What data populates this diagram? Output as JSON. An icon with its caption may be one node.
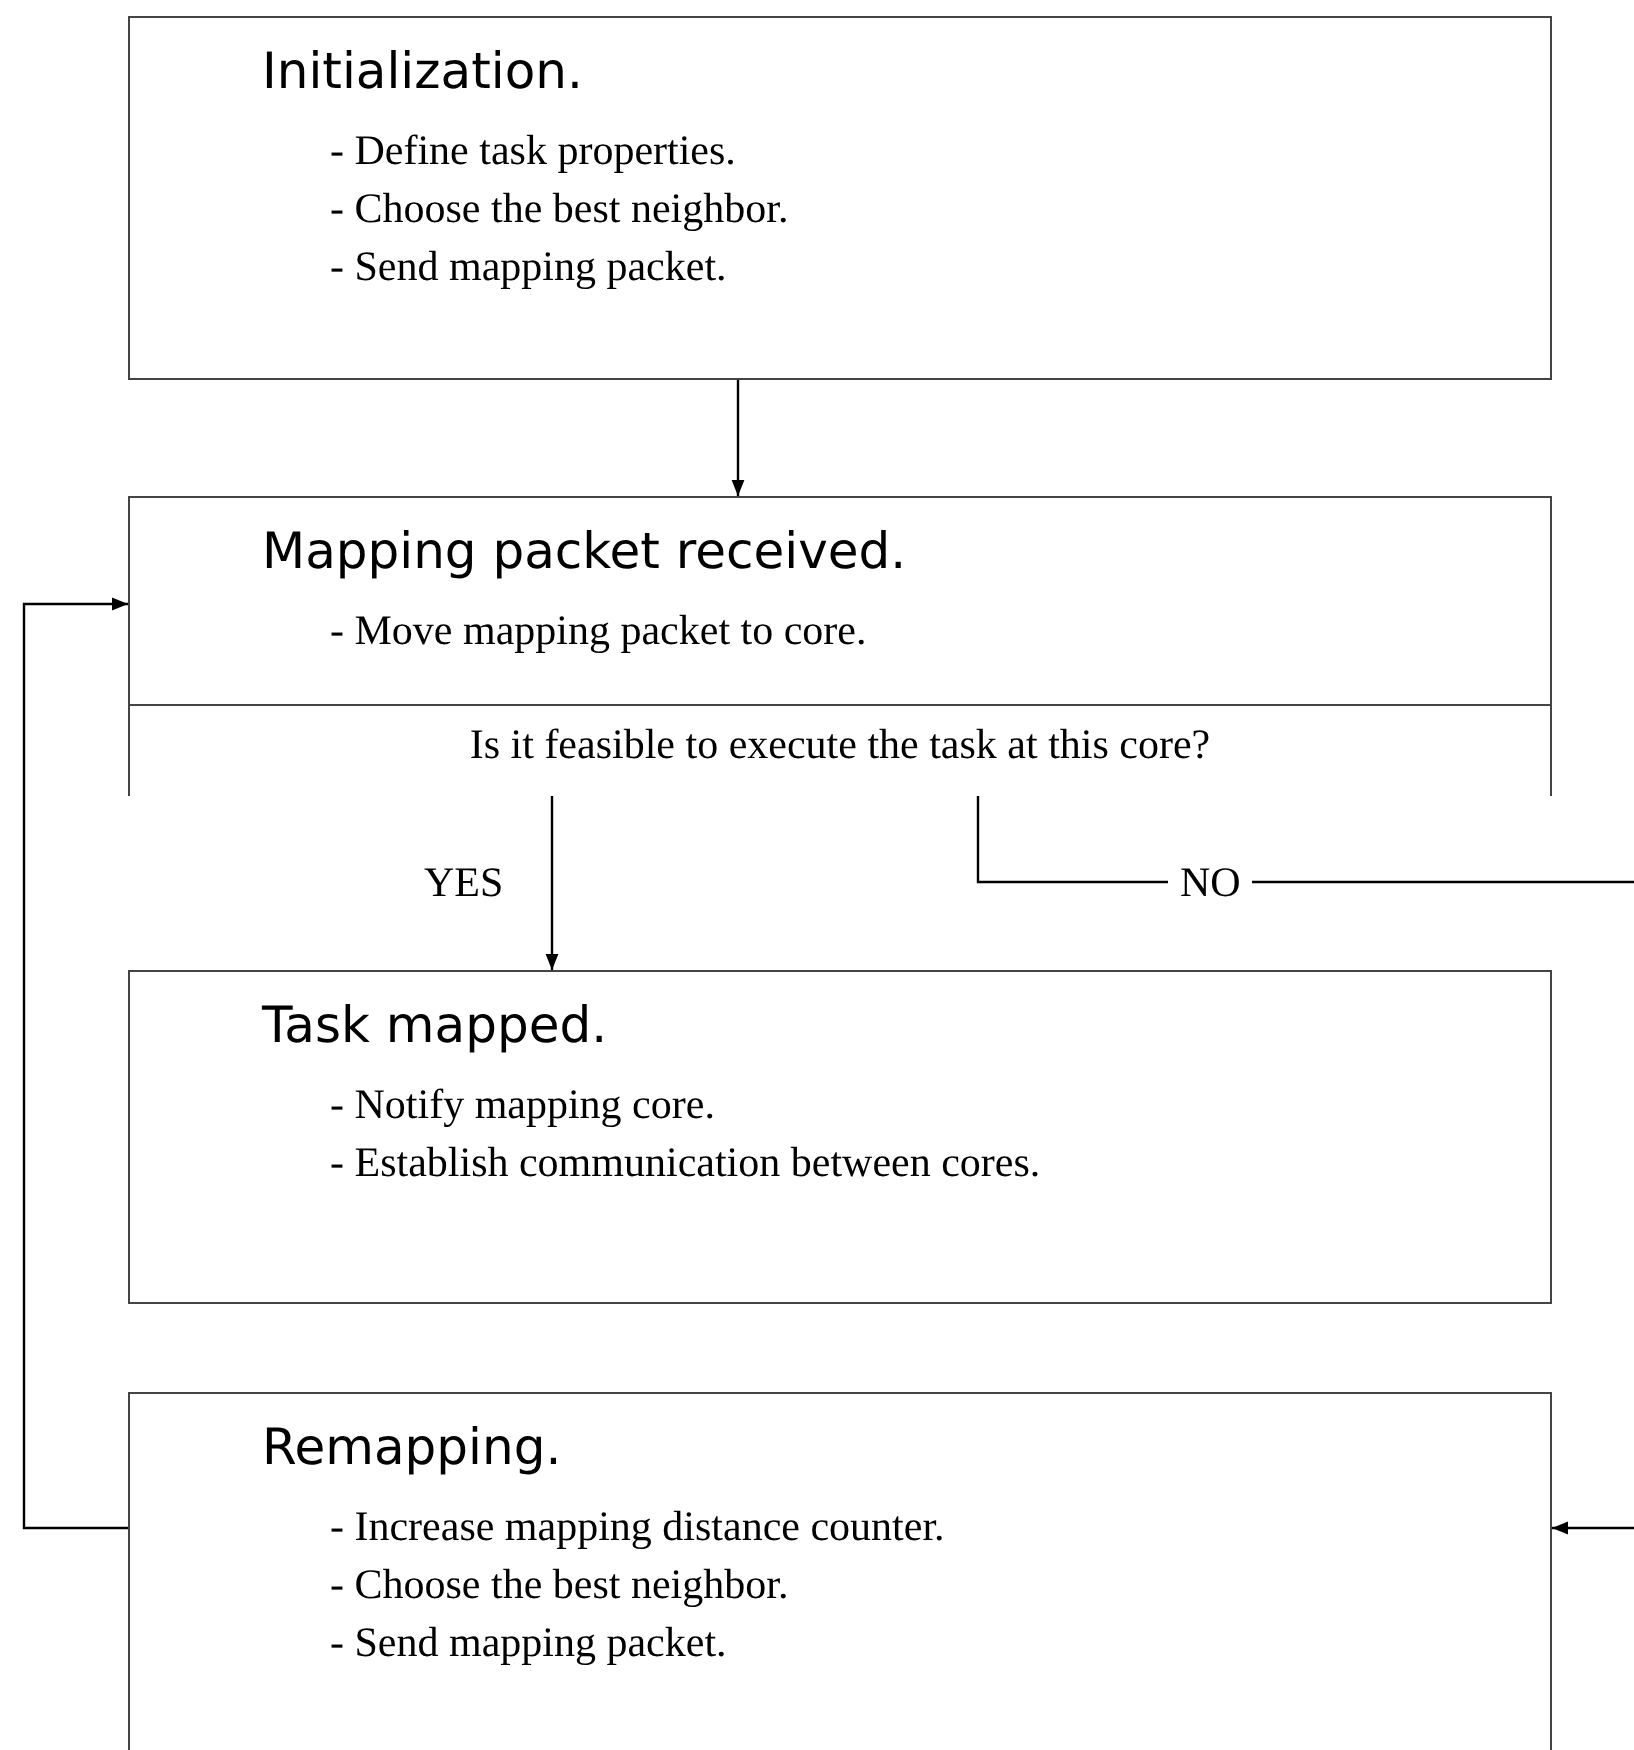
{
  "diagram": {
    "nodes": [
      {
        "text": [
          "Initialization.",
          "- Define task properties.",
          "- Choose the best neighbor.",
          "- Send mapping packet."
        ]
      },
      {
        "text": [
          "Mapping packet received.",
          "- Move mapping packet to core."
        ]
      },
      {
        "text": [
          "Is it feasible to execute the task at this core?"
        ],
        "in": 1
      },
      {
        "text": [
          "Task mapped.",
          "- Notify mapping core.",
          "- Establish communication between cores."
        ]
      },
      {
        "text": [
          "Remapping.",
          "- Increase mapping distance counter.",
          "- Choose the best neighbor.",
          "- Send mapping packet."
        ]
      }
    ],
    "edges": [
      {
        "from": 0,
        "to": 1,
        "arrow": "to"
      },
      {
        "from": 2,
        "to": 3,
        "arrow": "to",
        "label": "YES"
      },
      {
        "from": 2,
        "to": 4,
        "arrow": "to",
        "label": "NO"
      },
      {
        "from": 4,
        "to": 1,
        "arrow": "to"
      }
    ]
  }
}
